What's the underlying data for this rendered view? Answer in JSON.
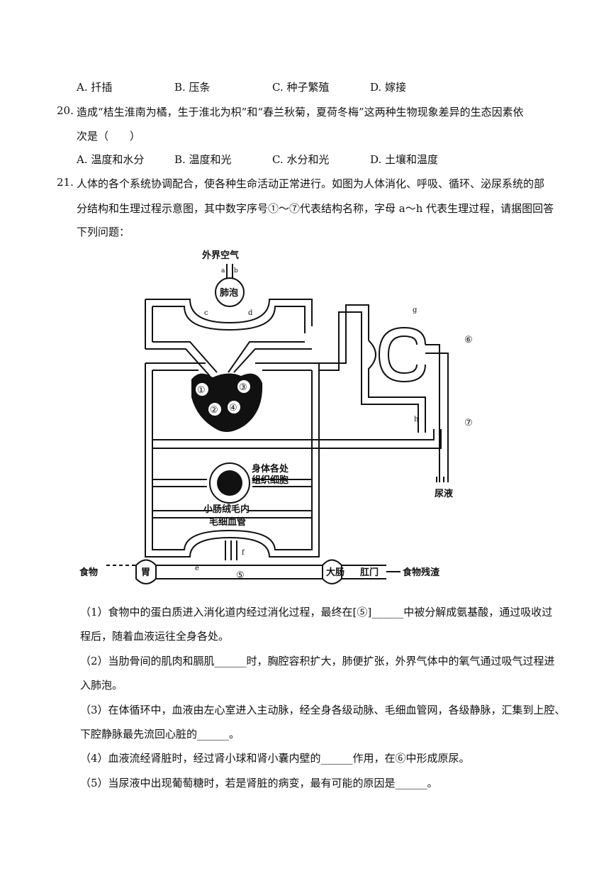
{
  "q19_options": [
    "A. 扦插",
    "B. 压条",
    "C. 种子繁殖",
    "D. 嫁接"
  ],
  "q20": {
    "num": "20.",
    "line1": "造成“桔生淮南为橘，生于淮北为枳”和“春兰秋菊，夏荷冬梅”这两种生物现象差异的生态因素依",
    "line2": "次是（　　）",
    "options": [
      "A. 温度和水分",
      "B. 温度和光",
      "C. 水分和光",
      "D. 土壤和温度"
    ]
  },
  "q21": {
    "num": "21.",
    "line1": "人体的各个系统协调配合，使各种生命活动正常进行。如图为人体消化、呼吸、循环、泌尿系统的部",
    "line2": "分结构和生理过程示意图，其中数字序号①～⑦代表结构名称，字母 a～h 代表生理过程，请据图回答",
    "line3": "下列问题："
  },
  "diagram": {
    "air": "外界空气",
    "alveolus": "肺泡",
    "tissue_line1": "身体各处",
    "tissue_line2": "组织细胞",
    "villi_line1": "小肠绒毛内",
    "villi_line2": "毛细血管",
    "food": "食物",
    "stomach": "胃",
    "large_intestine": "大肠",
    "anus": "肛门",
    "residue": "食物残渣",
    "urine": "尿液",
    "n1": "①",
    "n2": "②",
    "n3": "③",
    "n4": "④",
    "n5": "⑤",
    "n6": "⑥",
    "n7": "⑦",
    "la": "a",
    "lb": "b",
    "lc": "c",
    "ld": "d",
    "le": "e",
    "lf": "f",
    "lg": "g",
    "lh": "h"
  },
  "subquestions": [
    "（1）食物中的蛋白质进入消化道内经过消化过程，最终在[⑤]______中被分解成氨基酸，通过吸收过",
    "程后，随着血液运往全身各处。",
    "（2）当肋骨间的肌肉和膈肌______时，胸腔容积扩大，肺便扩张，外界气体中的氧气通过吸气过程进",
    "入肺泡。",
    "（3）在体循环中，血液由左心室进入主动脉，经全身各级动脉、毛细血管网，各级静脉，汇集到上腔、",
    "下腔静脉最先流回心脏的______。",
    "（4）血液流经肾脏时，经过肾小球和肾小囊内壁的______作用，在⑥中形成原尿。",
    "（5）当尿液中出现葡萄糖时，若是肾脏的病变，最有可能的原因是______。"
  ]
}
